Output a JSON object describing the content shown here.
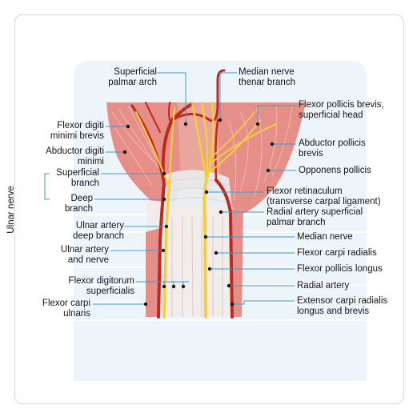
{
  "colors": {
    "border": "#c9dde8",
    "background_panel": "#eef5fa",
    "leader_line": "#3f9bd0",
    "muscle": "#e58f88",
    "artery": "#c0271d",
    "nerve": "#f3cf3b",
    "tendon": "#f2ecea",
    "retinaculum": "#e9ecef"
  },
  "side_label": "Ulnar nerve",
  "labels": {
    "superficial_palmar_arch": "Superficial\npalmar arch",
    "median_nerve_thenar": "Median nerve\nthenar branch",
    "flexor_pollicis_brevis": "Flexor pollicis brevis,\nsuperficial head",
    "flexor_digiti_minimi": "Flexor digiti\nminimi brevis",
    "abductor_pollicis_brevis": "Abductor pollicis\nbrevis",
    "abductor_digiti_minimi": "Abductor digiti\nminimi",
    "opponens_pollicis": "Opponens pollicis",
    "superficial_branch": "Superficial\nbranch",
    "flexor_retinaculum": "Flexor retinaculum\n(transverse carpal ligament)",
    "deep_branch": "Deep\nbranch",
    "radial_artery_superficial": "Radial artery superficial\npalmar branch",
    "ulnar_artery_deep": "Ulnar artery\ndeep branch",
    "median_nerve": "Median nerve",
    "ulnar_artery_nerve": "Ulnar artery\nand nerve",
    "flexor_carpi_radialis": "Flexor carpi radialis",
    "flexor_pollicis_longus": "Flexor pollicis longus",
    "flexor_digitorum": "Flexor digitorum\nsuperficialis",
    "radial_artery": "Radial artery",
    "flexor_carpi_ulnaris": "Flexor carpi\nulnaris",
    "extensor_carpi_radialis": "Extensor carpi radialis\nlongus and brevis"
  }
}
